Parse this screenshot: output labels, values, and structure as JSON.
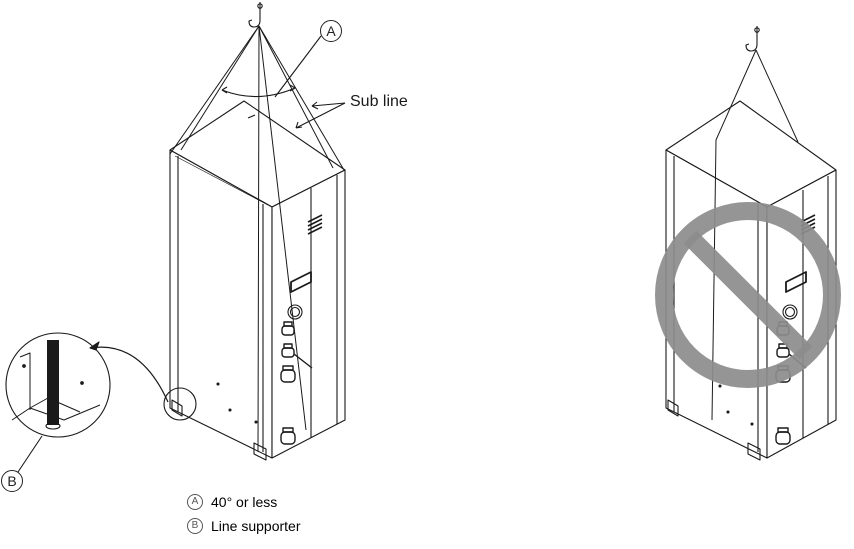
{
  "labels": {
    "sub_line": "Sub line",
    "marker_a": "A",
    "marker_b": "B"
  },
  "legend": [
    {
      "marker": "A",
      "text": "40° or less"
    },
    {
      "marker": "B",
      "text": "Line supporter"
    }
  ],
  "colors": {
    "line": "#1a1a1a",
    "cabinet_fill": "#ffffff",
    "prohibit_sign": "#8c8c8c"
  }
}
